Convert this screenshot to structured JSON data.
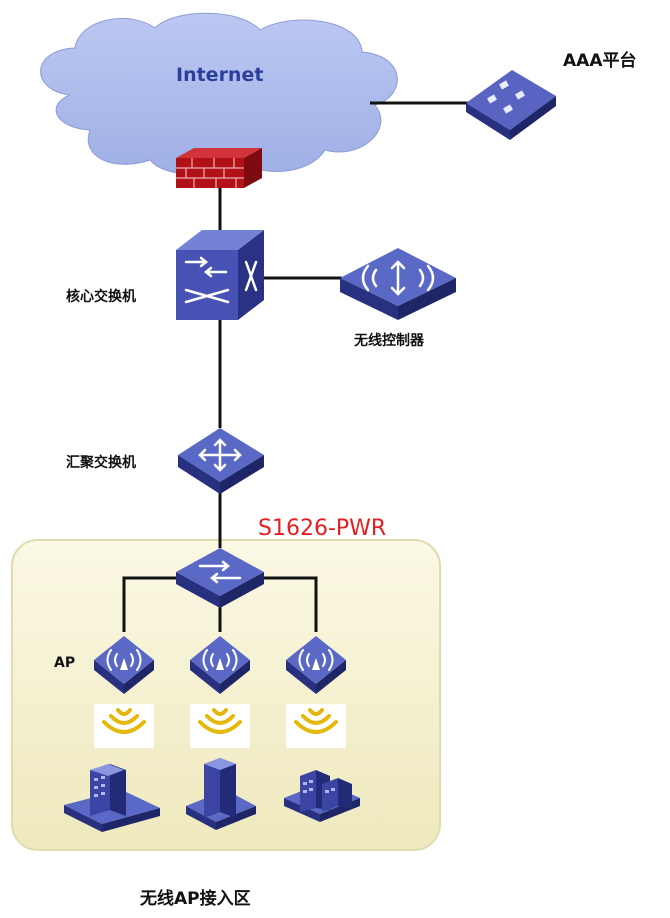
{
  "internet_label": "Internet",
  "aaa_label": "AAA平台",
  "core_switch_label": "核心交换机",
  "wireless_controller_label": "无线控制器",
  "aggregation_switch_label": "汇聚交换机",
  "access_switch_model": "S1626-PWR",
  "ap_label": "AP",
  "zone_label": "无线AP接入区",
  "colors": {
    "cloud": "#a9b8ea",
    "device_top": "#5b69c6",
    "device_side": "#27317e",
    "firewall": "#b01218",
    "zone_fill": "#f7f3d2",
    "accent_red": "#e41f1f",
    "signal": "#e4b80c"
  }
}
